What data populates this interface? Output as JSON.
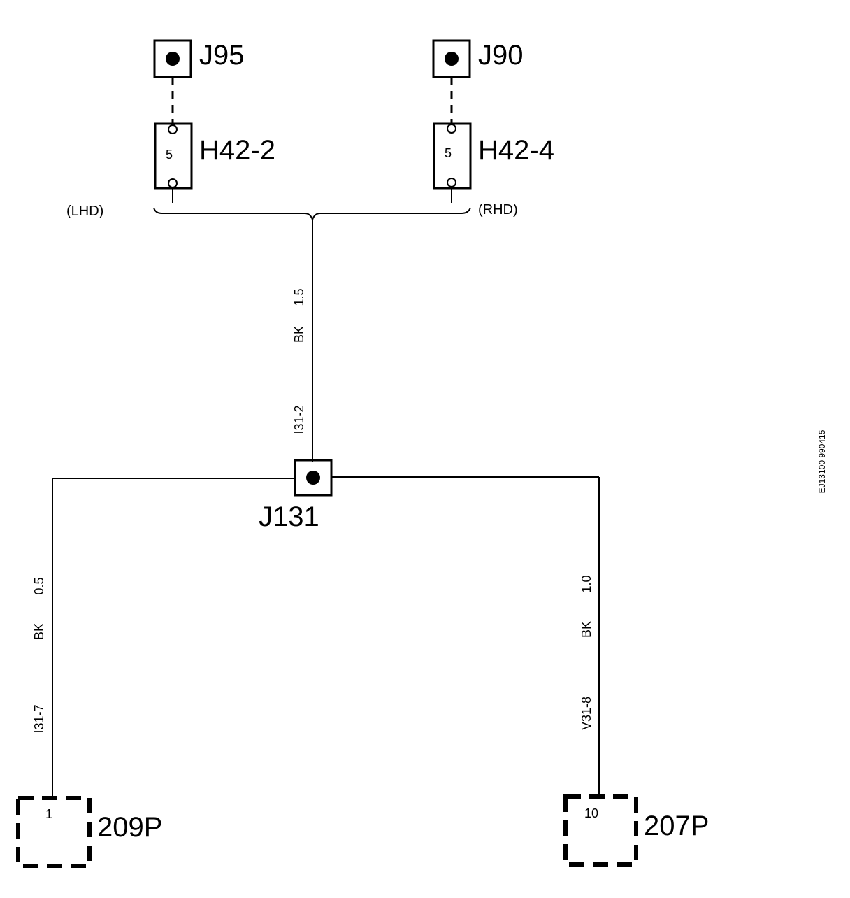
{
  "connectors": {
    "j95": "J95",
    "j90": "J90",
    "j131": "J131"
  },
  "fuses": {
    "h42_2": {
      "label": "H42-2",
      "pin": "5"
    },
    "h42_4": {
      "label": "H42-4",
      "pin": "5"
    }
  },
  "variants": {
    "lhd": "(LHD)",
    "rhd": "(RHD)"
  },
  "wires": {
    "main": {
      "size": "1.5",
      "color": "BK",
      "id": "I31-2"
    },
    "left": {
      "size": "0.5",
      "color": "BK",
      "id": "I31-7"
    },
    "right": {
      "size": "1.0",
      "color": "BK",
      "id": "V31-8"
    }
  },
  "components": {
    "p209": {
      "label": "209P",
      "pin": "1"
    },
    "p207": {
      "label": "207P",
      "pin": "10"
    }
  },
  "reference": "EJ13100 990415"
}
